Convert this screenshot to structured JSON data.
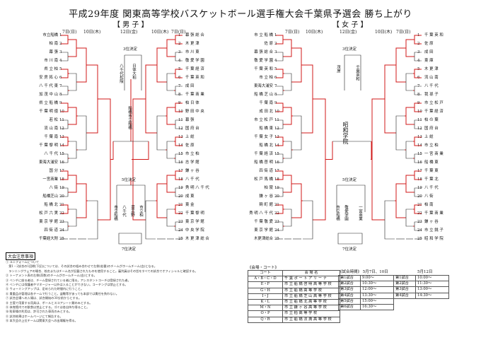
{
  "title": "平成29年度 関東高等学校バスケットボール選手権大会千葉県予選会 勝ち上がり",
  "men": {
    "header": "【 男 子 】",
    "dates": {
      "d1": "7日(日)",
      "d2": "10日(木)",
      "d3": "12日(金)"
    },
    "teams_left": [
      "市立船橋",
      "柏 南",
      "幕 張",
      "市 川 南",
      "県 立 柏",
      "安 房 拓 心",
      "八 千 代 東",
      "加 茂 中 山",
      "県 立 船 橋",
      "千 葉 明 徳",
      "若 松",
      "流 山 南",
      "千 葉 南",
      "千 葉 黎 明",
      "八 千 代",
      "東海大浦安",
      "国 分",
      "一宮商業",
      "八 街",
      "船橋芝山",
      "船 橋 北",
      "松 戸 六 実",
      "東 京 学 館",
      "四 街 道",
      "千葉経大附"
    ],
    "teams_right": [
      "幕 張 総 合",
      "木 更 津",
      "市 川 東",
      "敬 愛 学 園",
      "千 葉 経 済",
      "千 葉 英 和",
      "成 田",
      "千 葉 商 業",
      "柏 日 体",
      "野 田 中 央",
      "幕 張",
      "国 府 台",
      "上 総",
      "佐 原",
      "市 立 柏",
      "志 学 館",
      "鎌 ヶ 谷",
      "八 千 代",
      "秀 明 八 千 代",
      "成 東",
      "東 金",
      "千 葉 黎 明",
      "東 京 学 館",
      "中 央 学 院",
      "木 更 津 総 合"
    ],
    "final_labels": {
      "third": "3位決定",
      "fifth": "5位決定",
      "seventh": "7位決定"
    },
    "vertical": [
      "八千代松陰",
      "日体大柏",
      "船橋市立船橋",
      "専大松戸",
      "市立船橋",
      "八千代",
      "習志野",
      "市立柏"
    ]
  },
  "women": {
    "header": "【 女 子 】",
    "dates": {
      "d1": "7日(日)",
      "d2": "10日(木)",
      "d3": "12日(金)"
    },
    "teams_left": [
      "市 立 船 橋",
      "佐 原",
      "幕 張 総 合",
      "敬 愛 学 園",
      "千 葉 英 和",
      "市 立 柏",
      "東海大浦安",
      "船 橋 芝 山",
      "千 葉 南",
      "成 田 北",
      "市 立 松 戸",
      "船 橋 東",
      "千 葉 女 子",
      "船 橋 北",
      "千 葉 経 済",
      "船 橋 啓 明",
      "四 街 道",
      "松 戸 馬 橋",
      "柏 陵",
      "鎌 ヶ 谷",
      "麹 町 館",
      "秀 明 八 千 代",
      "千 葉 敬 愛",
      "東 京 学 館",
      "木更津総合"
    ],
    "teams_right": [
      "千 葉 英 和",
      "佐 原",
      "成 田",
      "東 庫",
      "木 更 津",
      "流 山 南",
      "八 千 代",
      "我 孫 子",
      "市 立 松 戸",
      "千 葉 経 済",
      "柏 の 葉",
      "国 府 台",
      "上 総",
      "市 立 柏",
      "一 宮 商 業",
      "船 橋 東",
      "千 葉 東",
      "千 葉 北",
      "八 千 代",
      "八 街",
      "柏 南",
      "千 葉 商 業",
      "鎌 ヶ 谷",
      "市 立 銚 子",
      "昭 和 学 院"
    ],
    "final_labels": {
      "third": "3位決定",
      "fifth": "5位決定",
      "seventh": "7位決定"
    },
    "vertical": [
      "昭和学院",
      "茂原",
      "千葉英和",
      "市立船橋",
      "敬愛学園",
      "一宮商業"
    ]
  },
  "notice": {
    "title": "大会注意事項",
    "lines": [
      "① ユニフォームについて",
      "　第1・2試合の1回戦(下記)については、その試合の組み合わせで左側(若番)のチームがホームチーム(白)となる。",
      "　ランニングウェアの場合、校名またはチーム名が記載されたものを使用すること。審判員はその旨をすべての試合でオフィシャルと確認する。",
      "② トーナメント表の左側(奇数)のチームがホームチーム(白)とする。",
      "③ ベンチに座る者は、チーム登録されている者に限る。アシスタントコーチは登録された者。",
      "④ ベンチには保護者やマネージャー以外は入ることができない。コーチングは禁止とする。",
      "⑤ ウォーミングアップは、定められた時間内に行うこと。",
      "⑥ 貴重品の管理は各チームで行うこと。盗難等があっても本部では責任を負わない。",
      "⑦ 試合会場への入場は、試合開始の30分前からとする。",
      "⑧ 主管で用意する用具は、ボールとスコアシート類のみとする。",
      "⑨ 体育館内での飲食は禁止とする。ゴミは各自持ち帰ること。",
      "⑩ 駐車場の利用は、許可された車両のみとする。",
      "⑪ 試合結果はホームページにて報告する。",
      "⑫ 本大会の上位チームは関東大会への出場権を得る。"
    ]
  },
  "venue": {
    "caption": "《会場・コート》",
    "header": [
      "コート",
      "会 場 名"
    ],
    "rows": [
      [
        "A・B・C・D",
        "千 葉 ポ ー ト ア リ ー ナ"
      ],
      [
        "E・F",
        "市 立 船 橋 啓 明 高 等 学 校"
      ],
      [
        "G・H",
        "市 立 船 橋 高 等 学 校"
      ],
      [
        "I・J",
        "市 立 船 橋 芝 山 高 等 学 校"
      ],
      [
        "K・L",
        "市 立 船 橋 北 高 等 学 校"
      ],
      [
        "M・N",
        "市 立 鎌 ヶ 谷 高 等 学 校"
      ],
      [
        "O・P",
        "市 立 柏 高 等 学 校"
      ],
      [
        "Q・R",
        "市 立 船 橋 法 典 高 等 学 校"
      ]
    ]
  },
  "schedule": {
    "caption_left": "《試合時間》 5月7日、10日",
    "caption_right": "5月12日",
    "rows_left": [
      [
        "第1試合",
        "9:00～"
      ],
      [
        "第2試合",
        "10:30～"
      ],
      [
        "第3試合",
        "12:00～"
      ],
      [
        "第4試合",
        "13:30～"
      ],
      [
        "第5試合",
        "15:00～"
      ],
      [
        "第6試合",
        "16:30～"
      ]
    ],
    "rows_right": [
      [
        "第1試合",
        "10:00～"
      ],
      [
        "第2試合",
        "11:30～"
      ],
      [
        "第3試合",
        "13:00～"
      ],
      [
        "第4試合",
        "14:30～"
      ]
    ]
  }
}
